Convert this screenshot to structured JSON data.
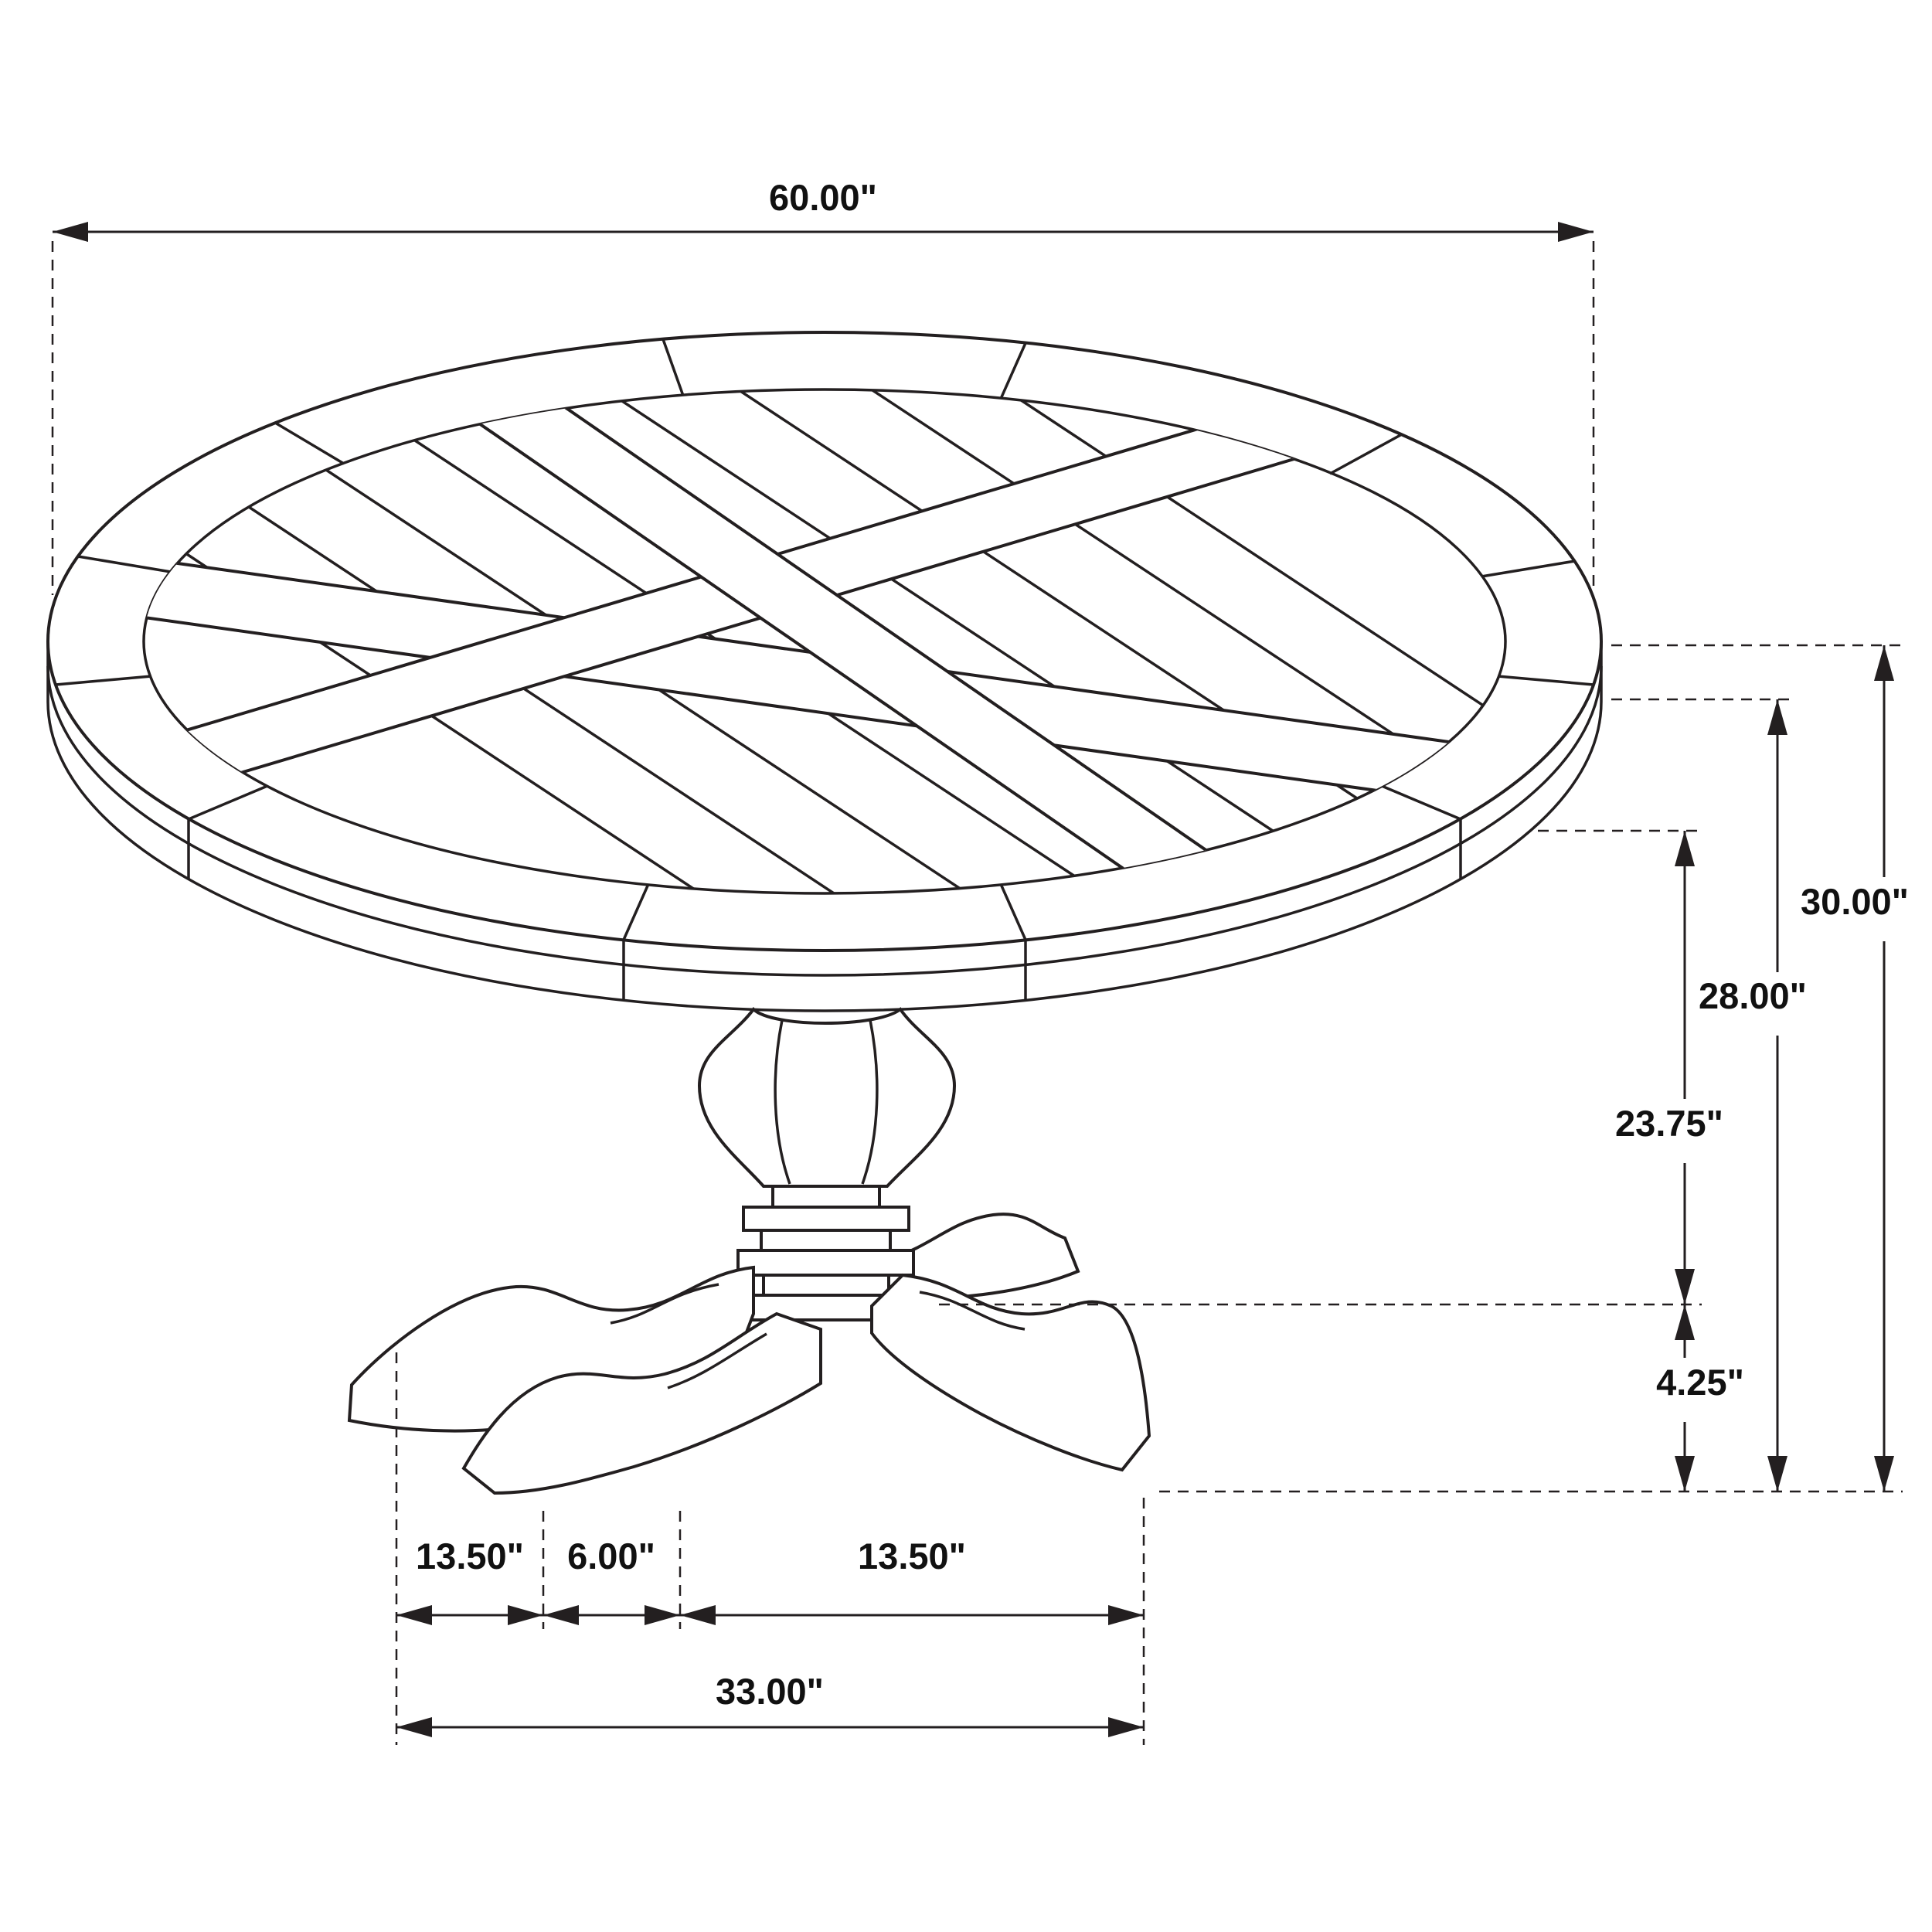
{
  "drawing": {
    "subject": "round-pedestal-dining-table-dimension-drawing",
    "background": "#ffffff",
    "line_color": "#231f20",
    "dimensions": {
      "top_diameter": "60.00\"",
      "overall_height": "30.00\"",
      "floor_to_top_edge": "28.00\"",
      "floor_clearance_to_underside": "23.75\"",
      "base_height": "4.25\"",
      "base_segment_left": "13.50\"",
      "base_segment_center": "6.00\"",
      "base_segment_right": "13.50\"",
      "base_spread": "33.00\""
    }
  }
}
